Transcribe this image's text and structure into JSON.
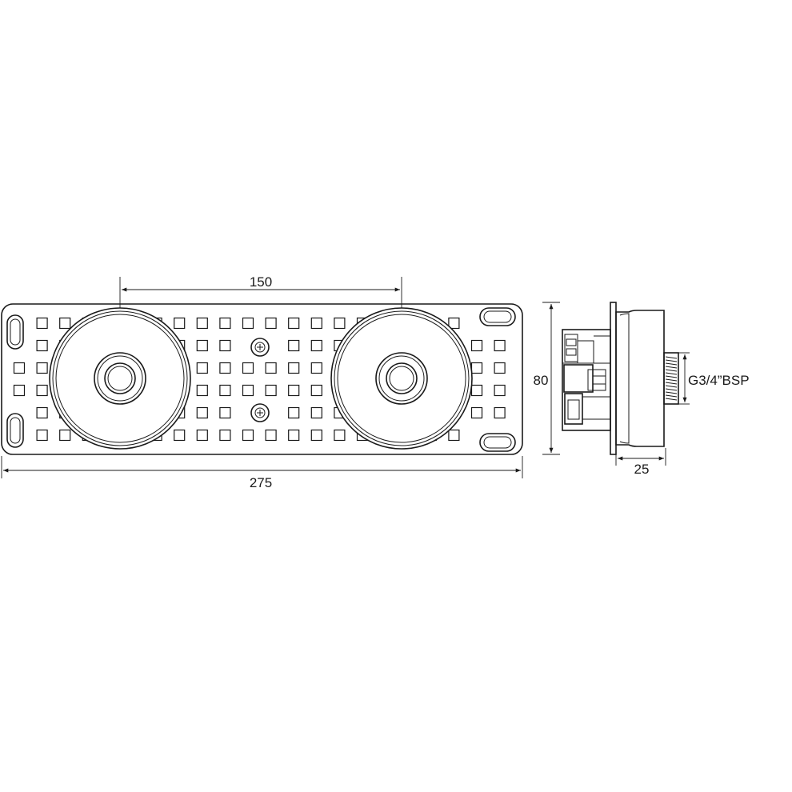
{
  "dimensions": {
    "center_spacing": "150",
    "overall_width": "275",
    "height": "80",
    "depth": "25",
    "thread": "G3/4”BSP"
  }
}
